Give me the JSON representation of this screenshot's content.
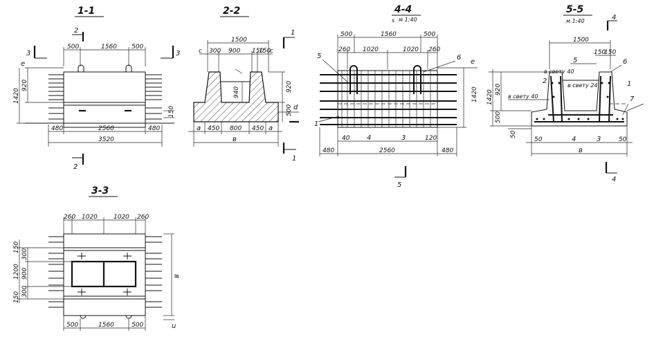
{
  "sections": {
    "s11": {
      "title": "1-1",
      "cut_mark": "2",
      "side_mark": "3",
      "level_e": "e",
      "dims_top": [
        "500",
        "1560",
        "500"
      ],
      "dims_left": [
        "920",
        "1420"
      ],
      "dim_right": "150",
      "dims_bottom": [
        "480",
        "2560",
        "480"
      ],
      "dim_total": "3520"
    },
    "s22": {
      "title": "2-2",
      "cut_mark": "1",
      "dim_total_top": "1500",
      "dims_top": [
        "c",
        "300",
        "900",
        "150",
        "150",
        "c"
      ],
      "dim_inner": "940",
      "dims_right": [
        "920",
        "500"
      ],
      "level_d": "d",
      "dims_bottom": [
        "a",
        "450",
        "800",
        "450",
        "a"
      ],
      "dim_b": "в"
    },
    "s44": {
      "title": "4-4",
      "scale": "м 1:40",
      "scale_prefix": "s",
      "dims_top1": [
        "500",
        "1560",
        "500"
      ],
      "dims_top2": [
        "260",
        "1020",
        "1020",
        "260"
      ],
      "level_e": "e",
      "dim_right": "1420",
      "callouts": [
        "5",
        "6",
        "1"
      ],
      "marks_bottom": [
        "40",
        "4",
        "3",
        "120"
      ],
      "dims_bottom": [
        "480",
        "2560",
        "480"
      ],
      "cut_mark": "5"
    },
    "s55": {
      "title": "5-5",
      "scale": "м 1:40",
      "cut_mark": "4",
      "dim_top": "1500",
      "dims_small": [
        "150",
        "150"
      ],
      "callouts": [
        "2",
        "5",
        "6",
        "1",
        "7"
      ],
      "notes": [
        "в свету 40",
        "в свету 24",
        "в свету 40"
      ],
      "dims_left": [
        "920",
        "1420",
        "500",
        "50"
      ],
      "marks_bottom": [
        "50",
        "4",
        "3",
        "50"
      ],
      "dim_b": "в"
    },
    "s33": {
      "title": "3-3",
      "dims_top": [
        "260",
        "1020",
        "1020",
        "260"
      ],
      "dims_left": [
        "150",
        "300",
        "1200",
        "900",
        "300",
        "150"
      ],
      "dim_right": "в",
      "dim_u": "u",
      "dims_bottom": [
        "500",
        "1560",
        "500"
      ]
    }
  }
}
